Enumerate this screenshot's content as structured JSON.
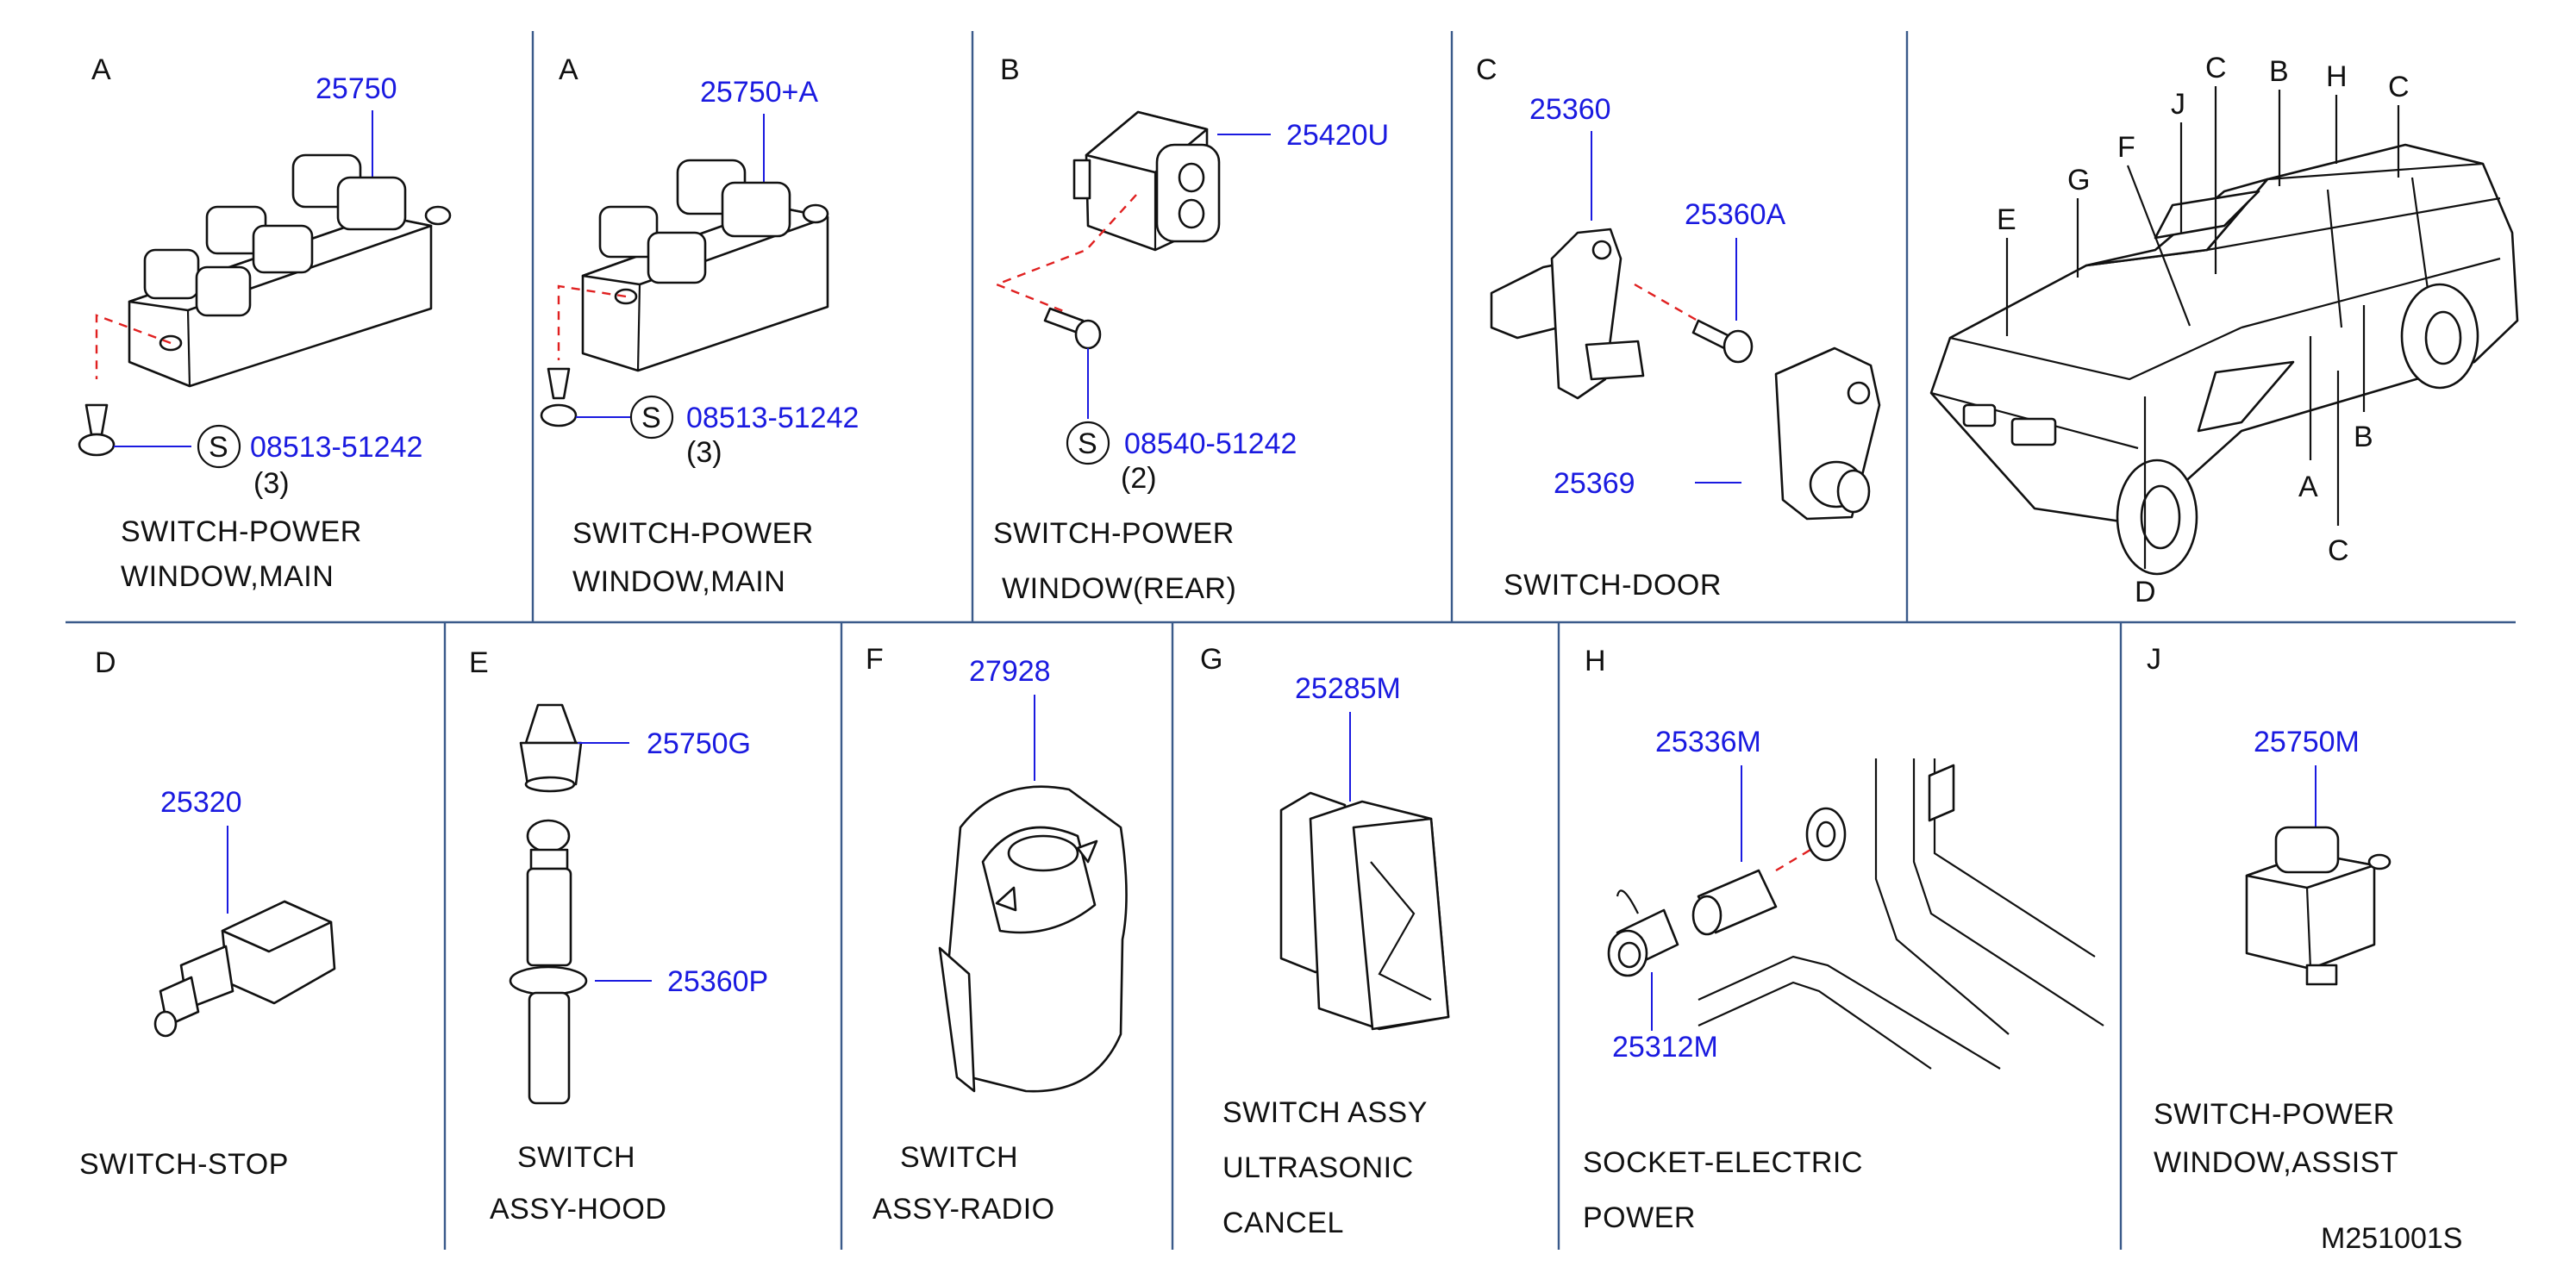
{
  "panels": [
    {
      "letter": "A",
      "parts": [
        "25750",
        "08513-51242"
      ],
      "qty": "(3)",
      "s_mark": "S",
      "caption": [
        "SWITCH-POWER",
        "WINDOW,MAIN"
      ]
    },
    {
      "letter": "A",
      "parts": [
        "25750+A",
        "08513-51242"
      ],
      "qty": "(3)",
      "s_mark": "S",
      "caption": [
        "SWITCH-POWER",
        "WINDOW,MAIN"
      ]
    },
    {
      "letter": "B",
      "parts": [
        "25420U",
        "08540-51242"
      ],
      "qty": "(2)",
      "s_mark": "S",
      "caption": [
        "SWITCH-POWER",
        "WINDOW(REAR)"
      ]
    },
    {
      "letter": "C",
      "parts": [
        "25360",
        "25360A",
        "25369"
      ],
      "caption": [
        "SWITCH-DOOR"
      ]
    },
    {
      "letter": "D",
      "parts": [
        "25320"
      ],
      "caption": [
        "SWITCH-STOP"
      ]
    },
    {
      "letter": "E",
      "parts": [
        "25750G",
        "25360P"
      ],
      "caption": [
        "SWITCH",
        "ASSY-HOOD"
      ]
    },
    {
      "letter": "F",
      "parts": [
        "27928"
      ],
      "caption": [
        "SWITCH",
        "ASSY-RADIO"
      ]
    },
    {
      "letter": "G",
      "parts": [
        "25285M"
      ],
      "caption": [
        "SWITCH  ASSY",
        "ULTRASONIC",
        "CANCEL"
      ]
    },
    {
      "letter": "H",
      "parts": [
        "25336M",
        "25312M"
      ],
      "caption": [
        "SOCKET-ELECTRIC",
        "POWER"
      ]
    },
    {
      "letter": "J",
      "parts": [
        "25750M"
      ],
      "caption": [
        "SWITCH-POWER",
        "WINDOW,ASSIST"
      ]
    }
  ],
  "vehicle_callouts": [
    "E",
    "G",
    "F",
    "J",
    "C",
    "B",
    "H",
    "C",
    "B",
    "A",
    "C",
    "D"
  ],
  "drawing_code": "M251001S",
  "colors": {
    "part_number": "#1a1ae0",
    "leader_dash": "#e02020",
    "separator": "#3a5a8a"
  }
}
